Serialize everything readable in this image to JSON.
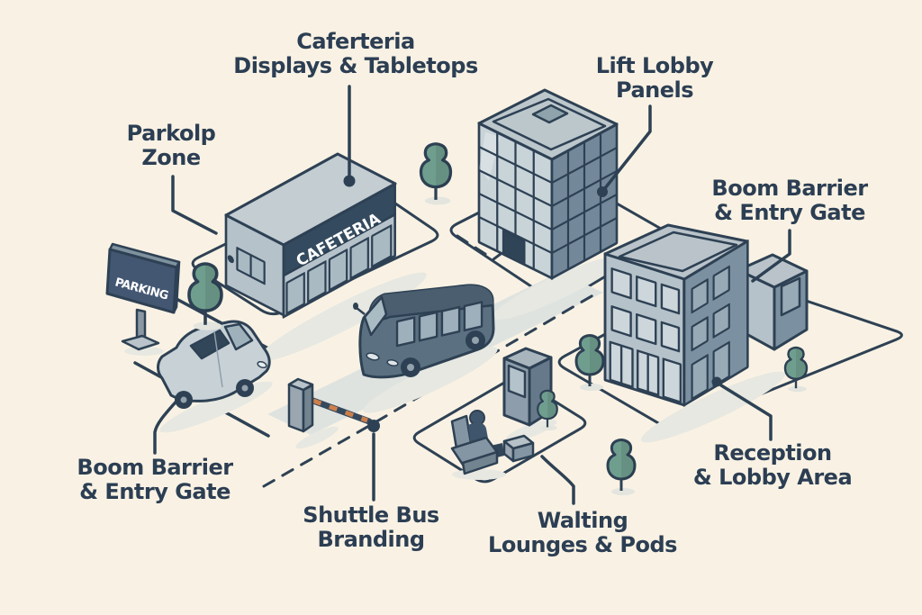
{
  "illustration": {
    "labels": {
      "cafeteria": {
        "line1": "Caferteria",
        "line2": "Displays & Tabletops"
      },
      "lift_lobby": {
        "line1": "Lift Lobby",
        "line2": "Panels"
      },
      "parking_zone": {
        "line1": "Parkolp",
        "line2": "Zone"
      },
      "boom_barrier_top_right": {
        "line1": "Boom Barrier",
        "line2": "& Entry Gate"
      },
      "boom_barrier_bottom_left": {
        "line1": "Boom Barrier",
        "line2": "& Entry Gate"
      },
      "shuttle_bus": {
        "line1": "Shuttle Bus",
        "line2": "Branding"
      },
      "waiting_lounges": {
        "line1": "Walting",
        "line2": "Lounges & Pods"
      },
      "reception": {
        "line1": "Reception",
        "line2": "& Lobby Area"
      }
    },
    "signs": {
      "parking": "PARKING",
      "cafeteria_fascia": "CAFETERIA"
    },
    "palette": {
      "background": "#f9f2e4",
      "outline_navy": "#2e4154",
      "label_text": "#2c3e53",
      "building_light": "#c9d4d9",
      "building_medium": "#b6c2ca",
      "building_dark": "#73899a",
      "fascia_band_navy": "#344a5e",
      "tree_green": "#6f9e8e",
      "barrier_orange": "#cd7f4a",
      "road_grey": "#dfe3e0",
      "shadow": "#e7e8e1"
    }
  }
}
